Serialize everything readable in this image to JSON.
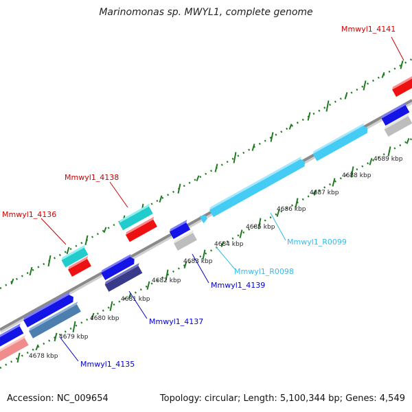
{
  "title": "Marinomonas sp. MWYL1, complete genome",
  "footer": {
    "accession": "Accession: NC_009654",
    "summary": "Topology: circular; Length: 5,100,344 bp; Genes: 4,549"
  },
  "colors": {
    "backbone": "#8a8a8a",
    "gc_ticks": "#1f7a1f",
    "label_red": "#cc0000",
    "label_blue": "#0000cc",
    "label_cyan": "#33bbee"
  },
  "kbp_ticks": [
    "4678 kbp",
    "4679 kbp",
    "4680 kbp",
    "4681 kbp",
    "4682 kbp",
    "4683 kbp",
    "4684 kbp",
    "4685 kbp",
    "4686 kbp",
    "4687 kbp",
    "4688 kbp",
    "4689 kbp"
  ],
  "gene_labels": [
    {
      "text": "Mmwyl1_4141",
      "color": "red"
    },
    {
      "text": "Mmwyl1_4138",
      "color": "red"
    },
    {
      "text": "Mmwyl1_4136",
      "color": "red"
    },
    {
      "text": "Mmwyl1_R0099",
      "color": "cyan"
    },
    {
      "text": "Mmwyl1_R0098",
      "color": "cyan"
    },
    {
      "text": "Mmwyl1_4139",
      "color": "blue"
    },
    {
      "text": "Mmwyl1_4137",
      "color": "blue"
    },
    {
      "text": "Mmwyl1_4135",
      "color": "blue"
    }
  ]
}
